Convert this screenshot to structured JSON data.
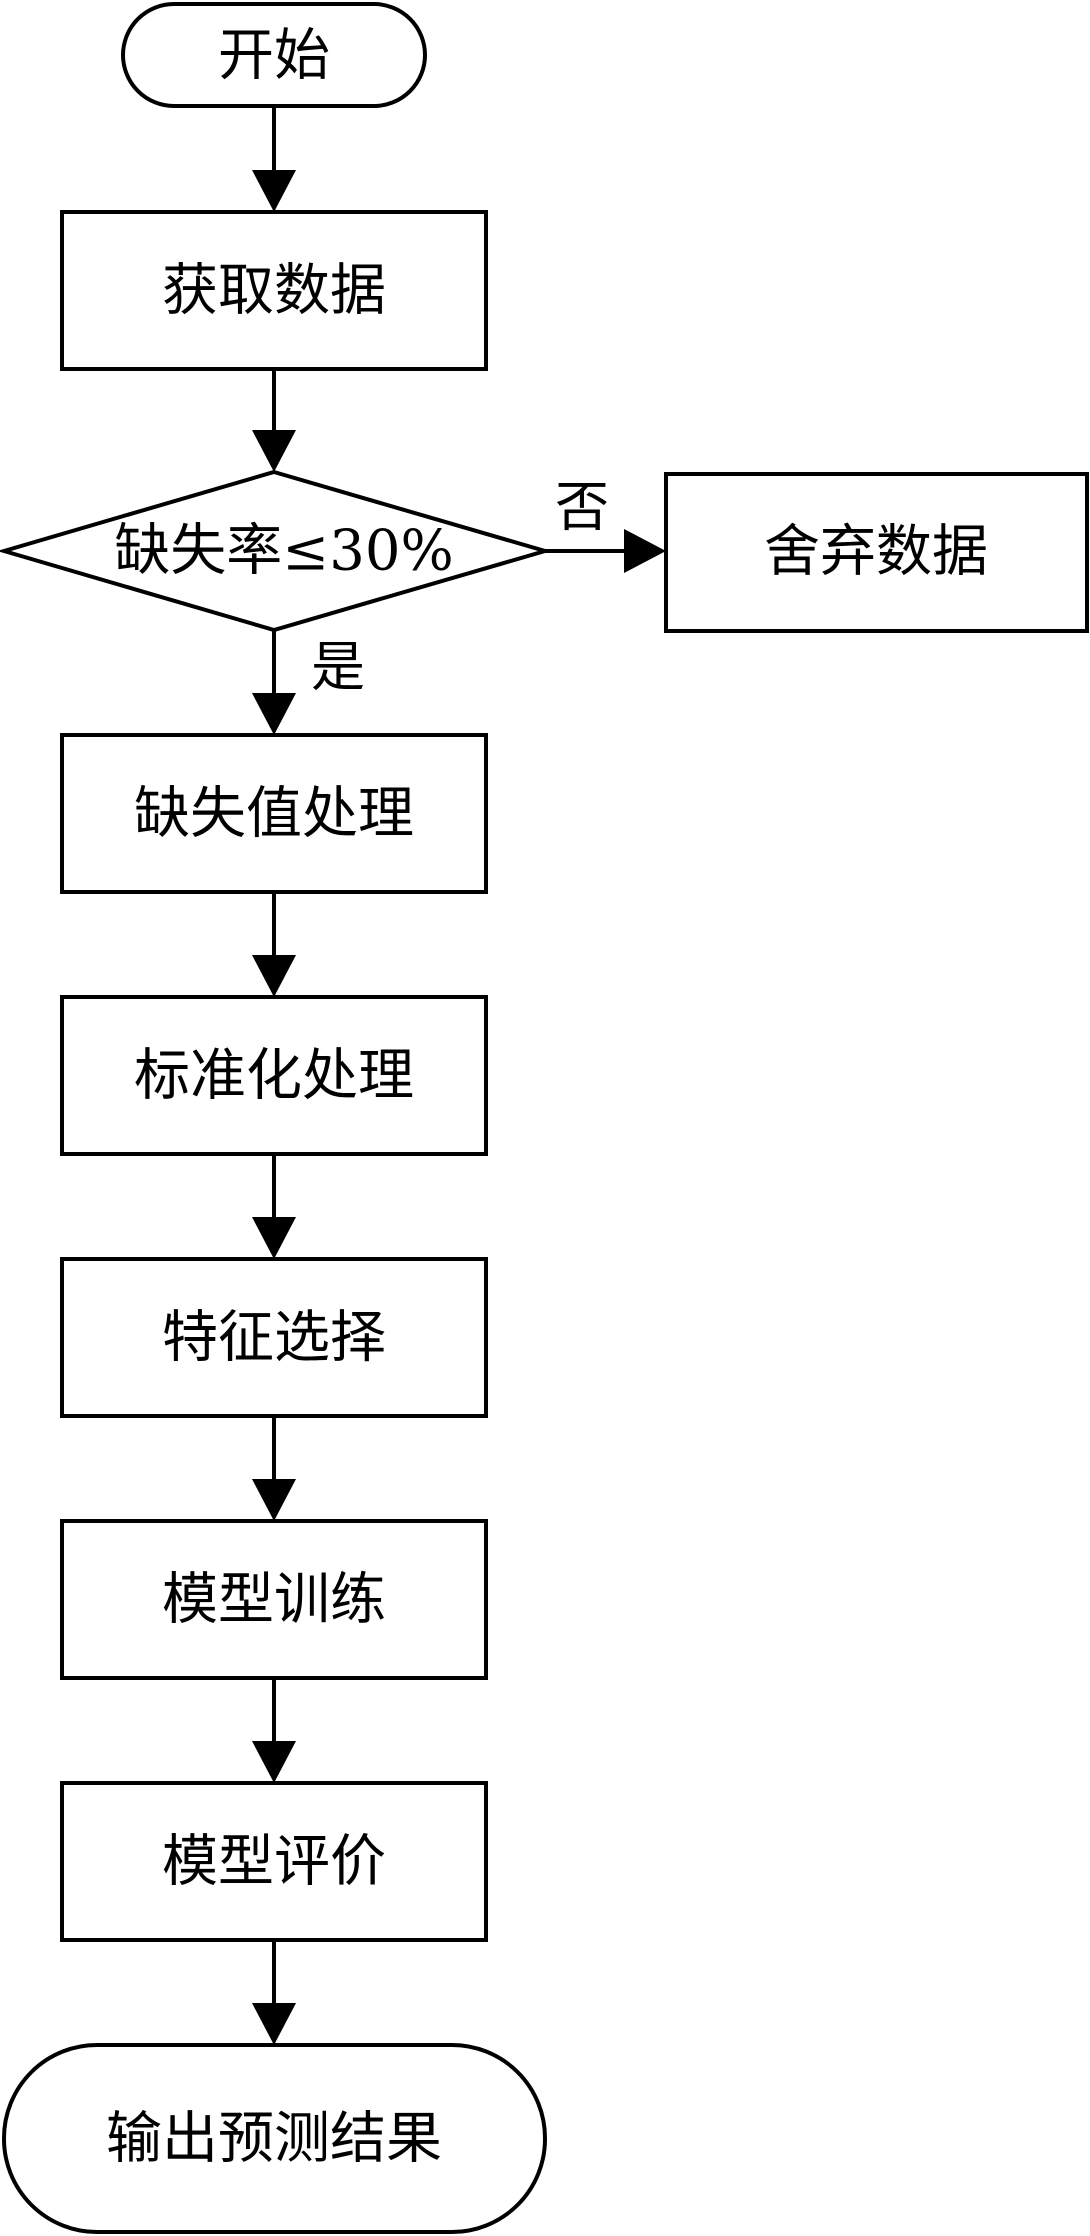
{
  "nodes": {
    "start": "开始",
    "get_data": "获取数据",
    "decision": "缺失率≤30%",
    "discard": "舍弃数据",
    "missing_value": "缺失值处理",
    "standardize": "标准化处理",
    "feature_select": "特征选择",
    "train": "模型训练",
    "evaluate": "模型评价",
    "output": "输出预测结果"
  },
  "edges": {
    "yes": "是",
    "no": "否"
  }
}
